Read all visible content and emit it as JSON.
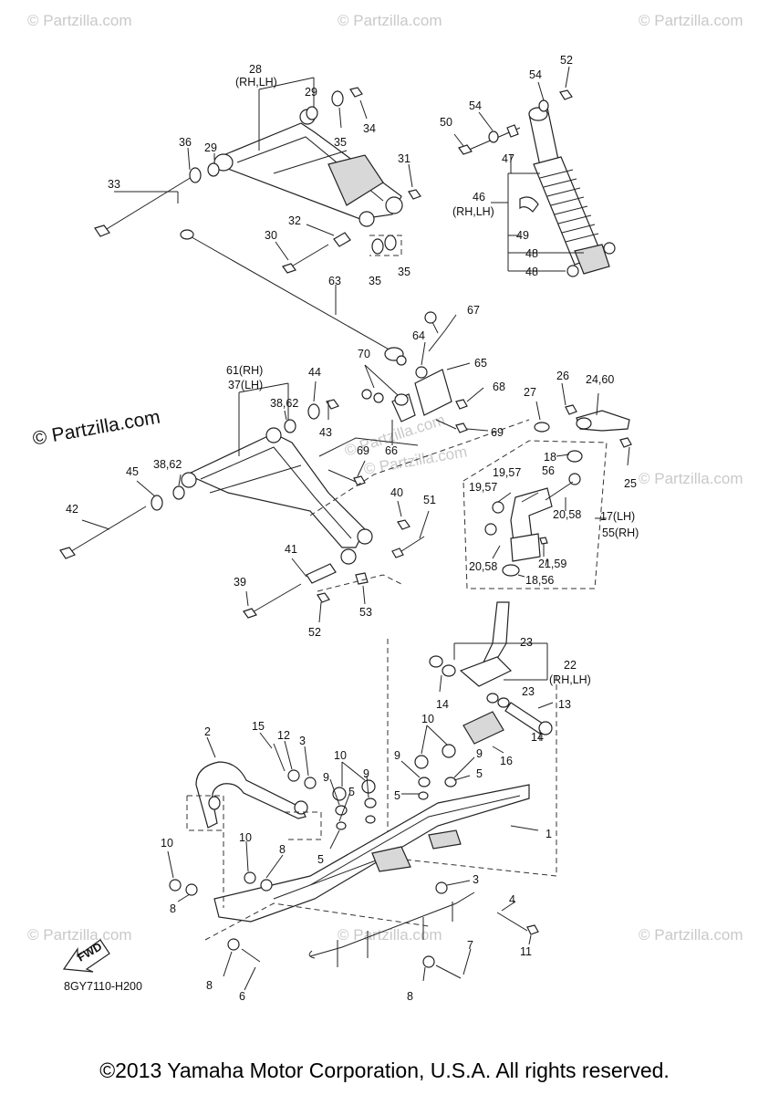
{
  "watermark": "© Partzilla.com",
  "partzilla_mark": "© Partzilla.com",
  "diagram_code": "8GY7110-H200",
  "fwd_label": "FWD",
  "copyright": "©2013 Yamaha Motor Corporation, U.S.A. All rights reserved.",
  "callouts": [
    {
      "id": "c28a",
      "text": "28"
    },
    {
      "id": "c28b",
      "text": "(RH,LH)"
    },
    {
      "id": "c29a",
      "text": "29"
    },
    {
      "id": "c34",
      "text": "34"
    },
    {
      "id": "c35a",
      "text": "35"
    },
    {
      "id": "c36",
      "text": "36"
    },
    {
      "id": "c29b",
      "text": "29"
    },
    {
      "id": "c31",
      "text": "31"
    },
    {
      "id": "c33",
      "text": "33"
    },
    {
      "id": "c32",
      "text": "32"
    },
    {
      "id": "c30",
      "text": "30"
    },
    {
      "id": "c35b",
      "text": "35"
    },
    {
      "id": "c35c",
      "text": "35"
    },
    {
      "id": "c52a",
      "text": "52"
    },
    {
      "id": "c54a",
      "text": "54"
    },
    {
      "id": "c54b",
      "text": "54"
    },
    {
      "id": "c50",
      "text": "50"
    },
    {
      "id": "c47",
      "text": "47"
    },
    {
      "id": "c46a",
      "text": "46"
    },
    {
      "id": "c46b",
      "text": "(RH,LH)"
    },
    {
      "id": "c49",
      "text": "49"
    },
    {
      "id": "c48a",
      "text": "48"
    },
    {
      "id": "c48b",
      "text": "48"
    },
    {
      "id": "c63",
      "text": "63"
    },
    {
      "id": "c67",
      "text": "67"
    },
    {
      "id": "c64",
      "text": "64"
    },
    {
      "id": "c65",
      "text": "65"
    },
    {
      "id": "c70",
      "text": "70"
    },
    {
      "id": "c68",
      "text": "68"
    },
    {
      "id": "c61",
      "text": "61(RH)"
    },
    {
      "id": "c37",
      "text": "37(LH)"
    },
    {
      "id": "c44",
      "text": "44"
    },
    {
      "id": "c38a",
      "text": "38,62"
    },
    {
      "id": "c43",
      "text": "43"
    },
    {
      "id": "c69a",
      "text": "69"
    },
    {
      "id": "c66",
      "text": "66"
    },
    {
      "id": "c26",
      "text": "26"
    },
    {
      "id": "c2460",
      "text": "24,60"
    },
    {
      "id": "c27",
      "text": "27"
    },
    {
      "id": "c18a",
      "text": "18"
    },
    {
      "id": "c25",
      "text": "25"
    },
    {
      "id": "c38b",
      "text": "38,62"
    },
    {
      "id": "c45",
      "text": "45"
    },
    {
      "id": "c69b",
      "text": "69"
    },
    {
      "id": "c1957a",
      "text": "19,57"
    },
    {
      "id": "c56",
      "text": "56"
    },
    {
      "id": "c1957b",
      "text": "19,57"
    },
    {
      "id": "c2058a",
      "text": "20,58"
    },
    {
      "id": "c17",
      "text": "17(LH)"
    },
    {
      "id": "c55",
      "text": "55(RH)"
    },
    {
      "id": "c42",
      "text": "42"
    },
    {
      "id": "c40",
      "text": "40"
    },
    {
      "id": "c51",
      "text": "51"
    },
    {
      "id": "c2159",
      "text": "21,59"
    },
    {
      "id": "c41",
      "text": "41"
    },
    {
      "id": "c2058b",
      "text": "20,58"
    },
    {
      "id": "c1856",
      "text": "18,56"
    },
    {
      "id": "c39",
      "text": "39"
    },
    {
      "id": "c53",
      "text": "53"
    },
    {
      "id": "c52b",
      "text": "52"
    },
    {
      "id": "c23a",
      "text": "23"
    },
    {
      "id": "c22a",
      "text": "22"
    },
    {
      "id": "c22b",
      "text": "(RH,LH)"
    },
    {
      "id": "c23b",
      "text": "23"
    },
    {
      "id": "c14a",
      "text": "14"
    },
    {
      "id": "c13",
      "text": "13"
    },
    {
      "id": "c14b",
      "text": "14"
    },
    {
      "id": "c2",
      "text": "2"
    },
    {
      "id": "c15",
      "text": "15"
    },
    {
      "id": "c12",
      "text": "12"
    },
    {
      "id": "c3a",
      "text": "3"
    },
    {
      "id": "c10a",
      "text": "10"
    },
    {
      "id": "c10b",
      "text": "10"
    },
    {
      "id": "c9a",
      "text": "9"
    },
    {
      "id": "c9b",
      "text": "9"
    },
    {
      "id": "c9c",
      "text": "9"
    },
    {
      "id": "c9d",
      "text": "9"
    },
    {
      "id": "c5a",
      "text": "5"
    },
    {
      "id": "c5b",
      "text": "5"
    },
    {
      "id": "c5c",
      "text": "5"
    },
    {
      "id": "c5d",
      "text": "5"
    },
    {
      "id": "c16",
      "text": "16"
    },
    {
      "id": "c1",
      "text": "1"
    },
    {
      "id": "c10c",
      "text": "10"
    },
    {
      "id": "c10d",
      "text": "10"
    },
    {
      "id": "c8a",
      "text": "8"
    },
    {
      "id": "c8b",
      "text": "8"
    },
    {
      "id": "c3b",
      "text": "3"
    },
    {
      "id": "c4",
      "text": "4"
    },
    {
      "id": "c7",
      "text": "7"
    },
    {
      "id": "c11",
      "text": "11"
    },
    {
      "id": "c8c",
      "text": "8"
    },
    {
      "id": "c6",
      "text": "6"
    },
    {
      "id": "c8d",
      "text": "8"
    }
  ]
}
